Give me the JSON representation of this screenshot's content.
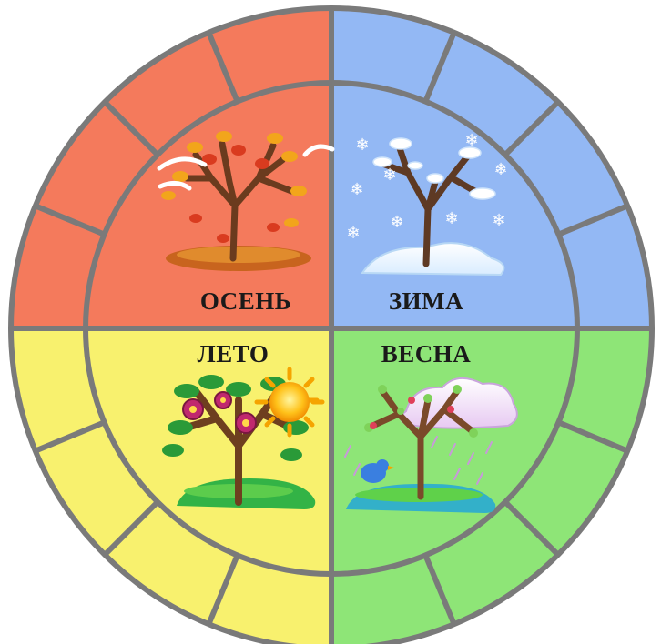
{
  "diagram": {
    "ring_cells_per_quadrant": 4,
    "colors": {
      "outline": "#7a7a7a",
      "background": "#ffffff"
    },
    "seasons": [
      {
        "id": "autumn",
        "label": "ОСЕНЬ",
        "color": "#f47a5c",
        "icon": "autumn-tree-icon"
      },
      {
        "id": "winter",
        "label": "ЗИМА",
        "color": "#93b8f4",
        "icon": "winter-tree-icon"
      },
      {
        "id": "summer",
        "label": "ЛЕТО",
        "color": "#f8f16e",
        "icon": "summer-tree-icon"
      },
      {
        "id": "spring",
        "label": "ВЕСНА",
        "color": "#8ee577",
        "icon": "spring-tree-icon"
      }
    ]
  }
}
